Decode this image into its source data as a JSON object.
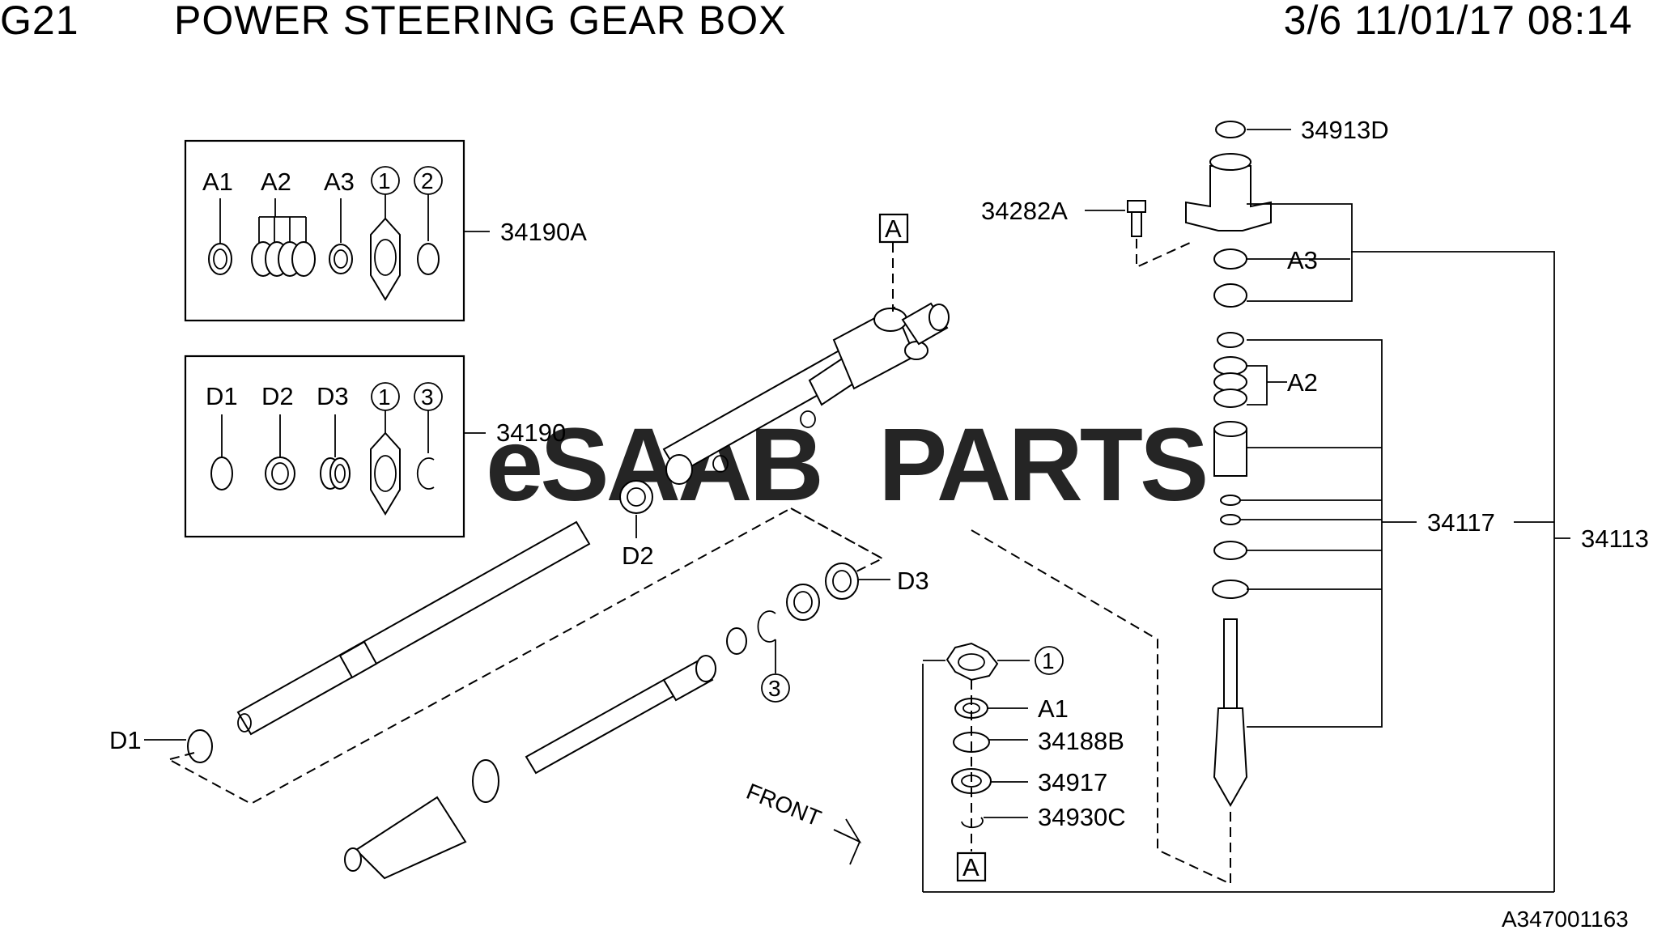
{
  "header": {
    "code": "G21",
    "title": "POWER STEERING GEAR BOX",
    "date": "3/6 11/01/17 08:14"
  },
  "watermark": {
    "prefix": "eSAAB",
    "suffix": "PARTS",
    "color": "#e8a0a4"
  },
  "figure_id": "A347001163",
  "kit_a": {
    "part_no": "34190A",
    "items": [
      "A1",
      "A2",
      "A3",
      "1",
      "2"
    ]
  },
  "kit_d": {
    "part_no": "34190",
    "items": [
      "D1",
      "D2",
      "D3",
      "1",
      "3"
    ]
  },
  "callouts": {
    "d1": "D1",
    "d2": "D2",
    "d3": "D3",
    "ring3": "3",
    "ref_a_top": "A",
    "ref_a_bottom": "A",
    "front": "FRONT",
    "p34913d": "34913D",
    "p34282a": "34282A",
    "a3": "A3",
    "a2": "A2",
    "p34117": "34117",
    "p34113": "34113",
    "ring1": "1",
    "a1": "A1",
    "p34188b": "34188B",
    "p34917": "34917",
    "p34930c": "34930C"
  }
}
